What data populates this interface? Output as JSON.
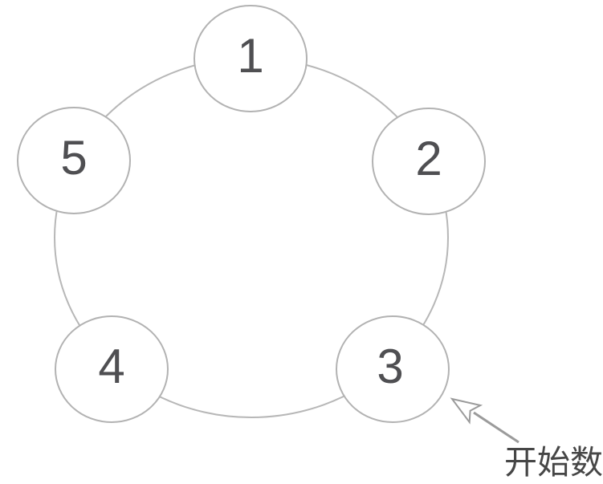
{
  "diagram": {
    "kind": "circular-counting-diagram",
    "nodes": [
      {
        "label": "1"
      },
      {
        "label": "2"
      },
      {
        "label": "3"
      },
      {
        "label": "4"
      },
      {
        "label": "5"
      }
    ],
    "annotation": {
      "label": "开始数"
    },
    "colors": {
      "ring_stroke": "#b7b7b7",
      "circle_stroke": "#b2b2b2",
      "number_text": "#4f4f52",
      "annotation_text": "#464646",
      "arrow": "#9b9b9b",
      "background": "#ffffff"
    }
  }
}
